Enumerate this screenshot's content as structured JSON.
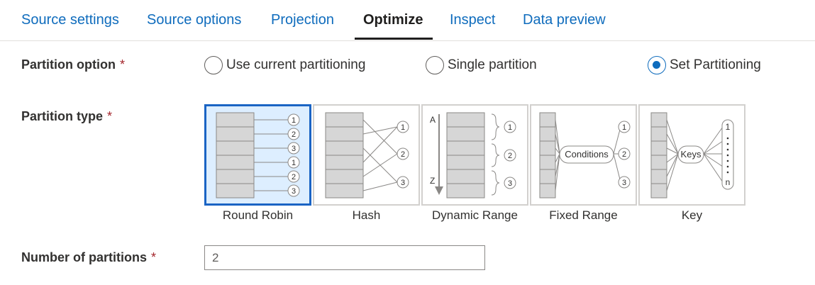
{
  "tabs": [
    {
      "label": "Source settings",
      "active": false
    },
    {
      "label": "Source options",
      "active": false
    },
    {
      "label": "Projection",
      "active": false
    },
    {
      "label": "Optimize",
      "active": true
    },
    {
      "label": "Inspect",
      "active": false
    },
    {
      "label": "Data preview",
      "active": false
    }
  ],
  "partition_option": {
    "label": "Partition option",
    "required_mark": "*",
    "options": [
      {
        "label": "Use current partitioning",
        "selected": false
      },
      {
        "label": "Single partition",
        "selected": false
      },
      {
        "label": "Set Partitioning",
        "selected": true
      }
    ]
  },
  "partition_type": {
    "label": "Partition type",
    "required_mark": "*",
    "types": [
      {
        "label": "Round Robin",
        "selected": true,
        "marks": [
          "1",
          "2",
          "3",
          "1",
          "2",
          "3"
        ]
      },
      {
        "label": "Hash",
        "selected": false,
        "marks": [
          "1",
          "2",
          "3"
        ]
      },
      {
        "label": "Dynamic Range",
        "selected": false,
        "axis_start": "A",
        "axis_end": "Z",
        "marks": [
          "1",
          "2",
          "3"
        ]
      },
      {
        "label": "Fixed Range",
        "selected": false,
        "node": "Conditions",
        "marks": [
          "1",
          "2",
          "3"
        ]
      },
      {
        "label": "Key",
        "selected": false,
        "node": "Keys",
        "marks": [
          "1",
          "n"
        ]
      }
    ]
  },
  "number_of_partitions": {
    "label": "Number of partitions",
    "required_mark": "*",
    "value": "2"
  },
  "colors": {
    "link": "#0f6cbd",
    "active_tab": "#201f1e",
    "required": "#a4262c",
    "selected_tile_border": "#1a64c4",
    "selected_tile_bg": "#ddeeff"
  }
}
